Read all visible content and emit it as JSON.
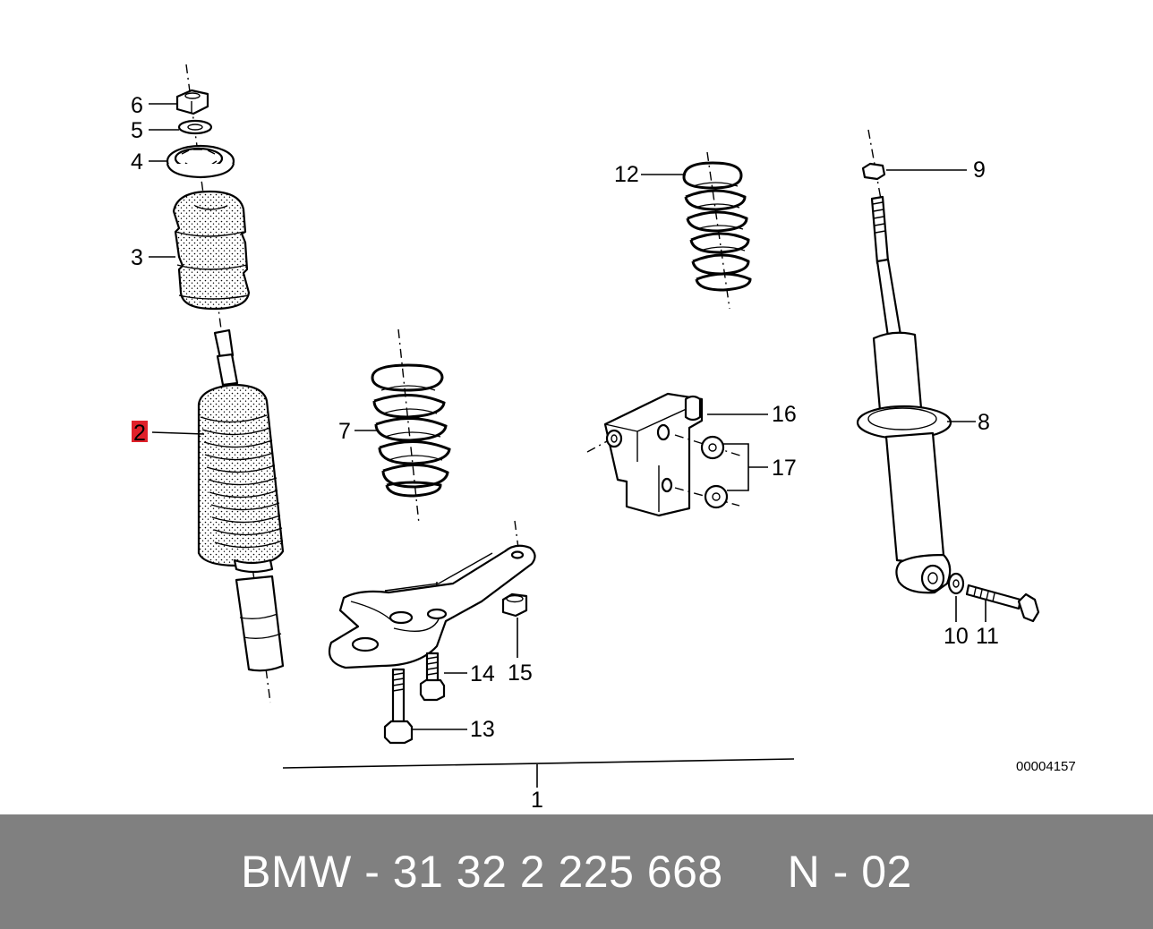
{
  "callouts": {
    "c1": "1",
    "c2": "2",
    "c3": "3",
    "c4": "4",
    "c5": "5",
    "c6": "6",
    "c7": "7",
    "c8": "8",
    "c9": "9",
    "c10": "10",
    "c11": "11",
    "c12": "12",
    "c13": "13",
    "c14": "14",
    "c15": "15",
    "c16": "16",
    "c17": "17"
  },
  "highlighted_callout": "2",
  "highlight_color": "#e0202a",
  "reference_number": "00004157",
  "footer": {
    "text": "BMW - 31 32 2 225 668     N - 02",
    "background": "#808080",
    "text_color": "#ffffff"
  }
}
